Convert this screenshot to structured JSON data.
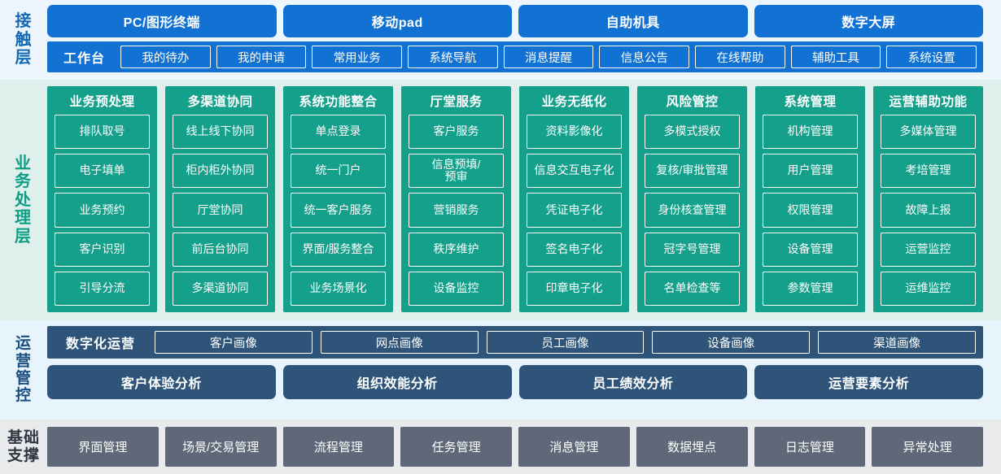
{
  "layers": {
    "contact": {
      "label": "接触层",
      "label_chars": [
        "接",
        "触",
        "层"
      ],
      "channels": [
        "PC/图形终端",
        "移动pad",
        "自助机具",
        "数字大屏"
      ],
      "workbench_title": "工作台",
      "workbench_items": [
        "我的待办",
        "我的申请",
        "常用业务",
        "系统导航",
        "消息提醒",
        "信息公告",
        "在线帮助",
        "辅助工具",
        "系统设置"
      ],
      "accent": "#1272d4",
      "background": "#eef6fd"
    },
    "business": {
      "label": "业务处理层",
      "label_chars": [
        "业",
        "务",
        "处",
        "理",
        "层"
      ],
      "accent": "#14a08b",
      "background": "#dff0ec",
      "columns": [
        {
          "title": "业务预处理",
          "items": [
            "排队取号",
            "电子填单",
            "业务预约",
            "客户识别",
            "引导分流"
          ]
        },
        {
          "title": "多渠道协同",
          "items": [
            "线上线下协同",
            "柜内柜外协同",
            "厅堂协同",
            "前后台协同",
            "多渠道协同"
          ]
        },
        {
          "title": "系统功能整合",
          "items": [
            "单点登录",
            "统一门户",
            "统一客户服务",
            "界面/服务整合",
            "业务场景化"
          ]
        },
        {
          "title": "厅堂服务",
          "items": [
            "客户服务",
            "信息预填/\n预审",
            "营销服务",
            "秩序维护",
            "设备监控"
          ]
        },
        {
          "title": "业务无纸化",
          "items": [
            "资料影像化",
            "信息交互电子化",
            "凭证电子化",
            "签名电子化",
            "印章电子化"
          ]
        },
        {
          "title": "风险管控",
          "items": [
            "多模式授权",
            "复核/审批管理",
            "身份核查管理",
            "冠字号管理",
            "名单检查等"
          ]
        },
        {
          "title": "系统管理",
          "items": [
            "机构管理",
            "用户管理",
            "权限管理",
            "设备管理",
            "参数管理"
          ]
        },
        {
          "title": "运营辅助功能",
          "items": [
            "多媒体管理",
            "考培管理",
            "故障上报",
            "运营监控",
            "运维监控"
          ]
        }
      ]
    },
    "operations": {
      "label": "运营管控",
      "label_chars": [
        "运",
        "营",
        "管",
        "控"
      ],
      "accent": "#2e5579",
      "background": "#e8f4fb",
      "digital_title": "数字化运营",
      "portraits": [
        "客户画像",
        "网点画像",
        "员工画像",
        "设备画像",
        "渠道画像"
      ],
      "analyses": [
        "客户体验分析",
        "组织效能分析",
        "员工绩效分析",
        "运营要素分析"
      ]
    },
    "base": {
      "label": "基础支撑",
      "label_chars": [
        "基础",
        "支撑"
      ],
      "accent": "#5e6878",
      "background": "#e9eaec",
      "items": [
        "界面管理",
        "场景/交易管理",
        "流程管理",
        "任务管理",
        "消息管理",
        "数据埋点",
        "日志管理",
        "异常处理"
      ]
    }
  }
}
